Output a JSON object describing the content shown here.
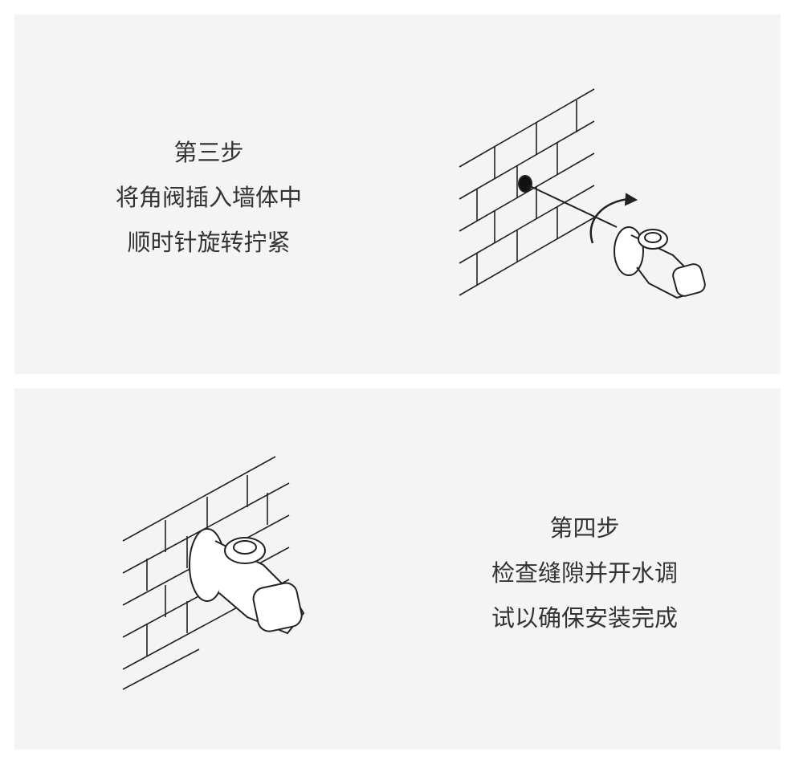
{
  "steps": [
    {
      "title": "第三步",
      "lines": [
        "将角阀插入墙体中",
        "顺时针旋转拧紧"
      ]
    },
    {
      "title": "第四步",
      "lines": [
        "检查缝隙并开水调",
        "试以确保安装完成"
      ]
    }
  ]
}
